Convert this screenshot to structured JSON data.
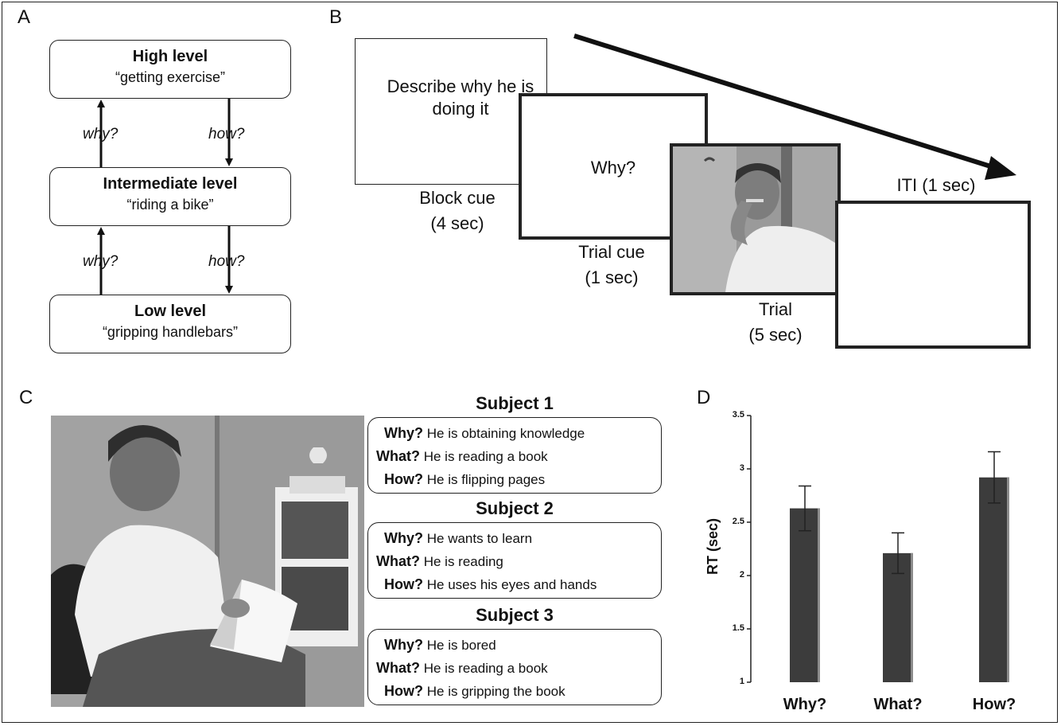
{
  "panels": {
    "a": "A",
    "b": "B",
    "c": "C",
    "d": "D"
  },
  "hierarchy": {
    "high": {
      "title": "High level",
      "example": "“getting exercise”"
    },
    "intermediate": {
      "title": "Intermediate level",
      "example": "“riding a bike”"
    },
    "low": {
      "title": "Low level",
      "example": "“gripping handlebars”"
    },
    "why_label": "why?",
    "how_label": "how?"
  },
  "sequence": {
    "block_cue_text": "Describe why he is doing it",
    "block_cue_caption_1": "Block cue",
    "block_cue_caption_2": "(4 sec)",
    "trial_cue_text": "Why?",
    "trial_cue_caption_1": "Trial cue",
    "trial_cue_caption_2": "(1 sec)",
    "trial_caption_1": "Trial",
    "trial_caption_2": "(5 sec)",
    "iti_caption": "ITI (1 sec)"
  },
  "subjects": [
    {
      "title": "Subject 1",
      "why_label": "Why?",
      "why": "He is obtaining knowledge",
      "what_label": "What?",
      "what": "He is reading a book",
      "how_label": "How?",
      "how": "He is flipping pages"
    },
    {
      "title": "Subject 2",
      "why_label": "Why?",
      "why": "He wants to learn",
      "what_label": "What?",
      "what": "He is reading",
      "how_label": "How?",
      "how": "He uses his eyes and hands"
    },
    {
      "title": "Subject 3",
      "why_label": "Why?",
      "why": "He is bored",
      "what_label": "What?",
      "what": "He is reading a book",
      "how_label": "How?",
      "how": "He is gripping the book"
    }
  ],
  "chart_data": {
    "type": "bar",
    "categories": [
      "Why?",
      "What?",
      "How?"
    ],
    "values": [
      2.63,
      2.21,
      2.92
    ],
    "errors": [
      0.21,
      0.19,
      0.24
    ],
    "ylabel": "RT (sec)",
    "ylim": [
      1,
      3.5
    ],
    "yticks": [
      "1",
      "1.5",
      "2",
      "2.5",
      "3",
      "3.5"
    ],
    "bar_color": "#3c3c3c"
  }
}
